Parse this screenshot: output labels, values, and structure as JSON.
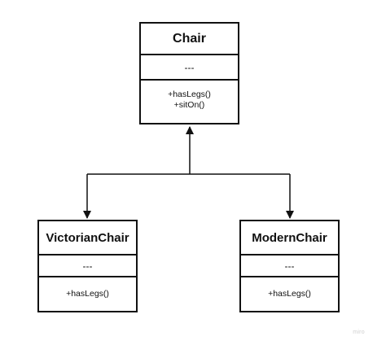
{
  "diagram": {
    "classes": {
      "chair": {
        "name": "Chair",
        "attributes": "---",
        "methods": [
          "+hasLegs()",
          "+sitOn()"
        ]
      },
      "victorian": {
        "name": "VictorianChair",
        "attributes": "---",
        "methods": [
          "+hasLegs()"
        ]
      },
      "modern": {
        "name": "ModernChair",
        "attributes": "---",
        "methods": [
          "+hasLegs()"
        ]
      }
    },
    "relationships": [
      {
        "from": "VictorianChair",
        "to": "Chair",
        "type": "inheritance"
      },
      {
        "from": "ModernChair",
        "to": "Chair",
        "type": "inheritance"
      }
    ]
  },
  "watermark": "miro"
}
